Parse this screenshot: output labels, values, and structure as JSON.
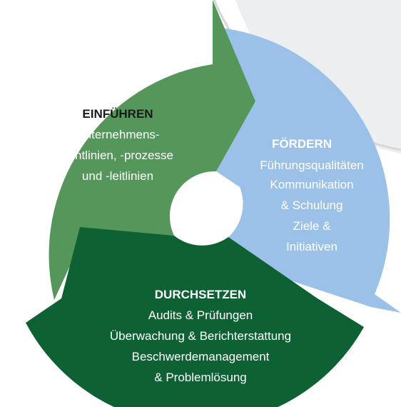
{
  "colors": {
    "einfuehren": "#55975a",
    "foerdern": "#9cc1e8",
    "durchsetzen": "#0d6133",
    "text_dark": "#1a1a1a",
    "text_light": "#ffffff",
    "background_plate": "#f0f0f0"
  },
  "segments": {
    "einfuehren": {
      "title": "EINFÜHREN",
      "lines": [
        "Unternehmens-",
        "richtlinien, -prozesse",
        "und -leitlinien"
      ]
    },
    "foerdern": {
      "title": "FÖRDERN",
      "lines": [
        "Führungsqualitäten",
        "Kommunikation",
        "& Schulung",
        "Ziele &",
        "Initiativen"
      ]
    },
    "durchsetzen": {
      "title": "DURCHSETZEN",
      "lines": [
        "Audits & Prüfungen",
        "Überwachung & Berichterstattung",
        "Beschwerdemanagement",
        "& Problemlösung"
      ]
    }
  }
}
